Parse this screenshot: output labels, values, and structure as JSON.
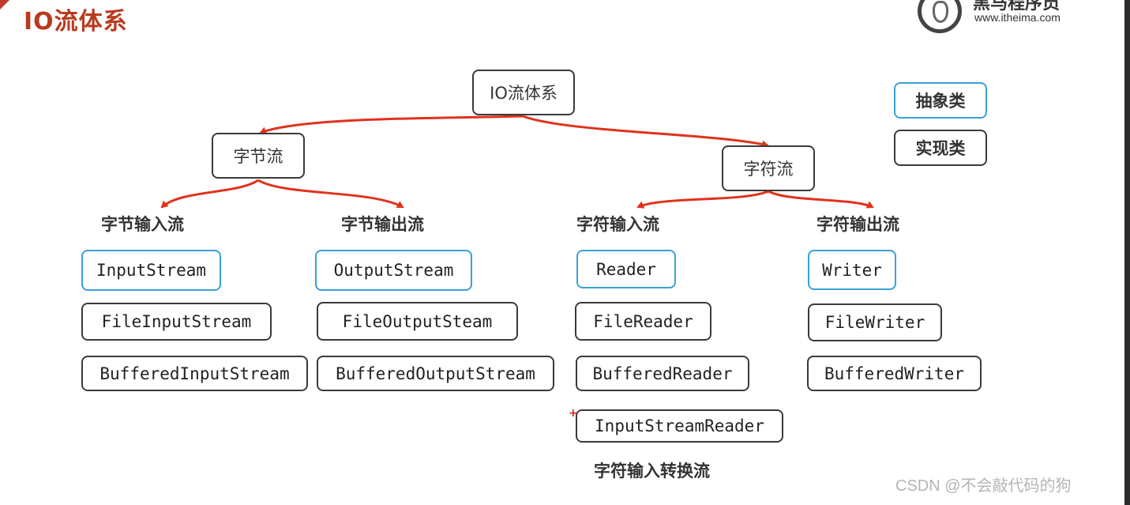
{
  "title": "IO流体系",
  "logo": {
    "name": "黑马程序员",
    "url": "www.itheima.com"
  },
  "root": "IO流体系",
  "legend": {
    "abstract": "抽象类",
    "concrete": "实现类"
  },
  "byte_stream": {
    "label": "字节流",
    "input": {
      "heading": "字节输入流",
      "abstract": "InputStream",
      "classes": [
        "FileInputStream",
        "BufferedInputStream"
      ]
    },
    "output": {
      "heading": "字节输出流",
      "abstract": "OutputStream",
      "classes": [
        "FileOutputSteam",
        "BufferedOutputStream"
      ]
    }
  },
  "char_stream": {
    "label": "字符流",
    "input": {
      "heading": "字符输入流",
      "abstract": "Reader",
      "classes": [
        "FileReader",
        "BufferedReader",
        "InputStreamReader"
      ],
      "note": "字符输入转换流"
    },
    "output": {
      "heading": "字符输出流",
      "abstract": "Writer",
      "classes": [
        "FileWriter",
        "BufferedWriter"
      ]
    }
  },
  "watermark": "CSDN @不会敲代码的狗",
  "colors": {
    "arrow": "#e0321c",
    "abstract_border": "#3aa0d8",
    "title": "#b83b1e"
  }
}
